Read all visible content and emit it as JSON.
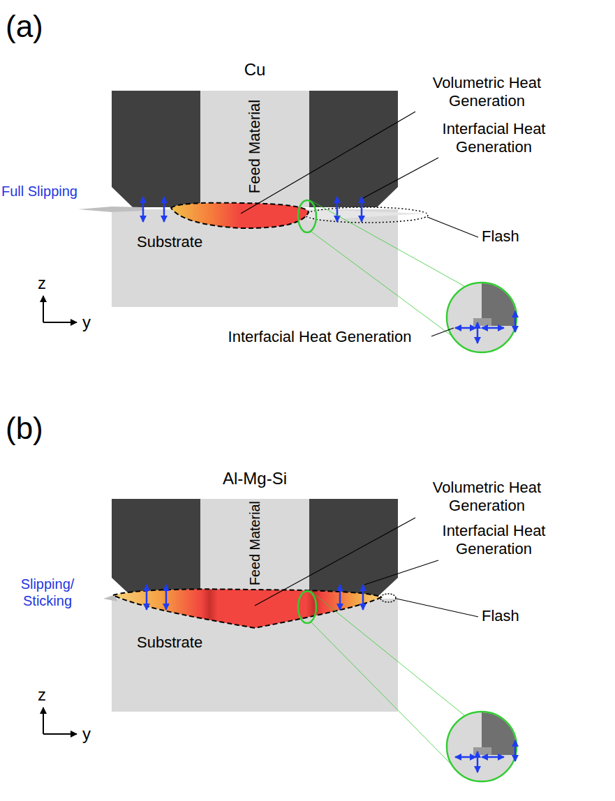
{
  "diagram": {
    "nodes": [
      {
        "text": [
          "Feed Material"
        ]
      },
      {
        "text": [
          "Substrate"
        ]
      },
      {
        "text": [
          "Feed Material"
        ]
      },
      {
        "text": [
          "Substrate"
        ]
      }
    ],
    "labels": [
      "(a)",
      "Cu",
      "Volumetric Heat Generation",
      "Interfacial Heat Generation",
      "Full Slipping",
      "Flash",
      "z",
      "y",
      "Interfacial Heat Generation",
      "(b)",
      "Al-Mg-Si",
      "Volumetric Heat Generation",
      "Interfacial Heat Generation",
      "Slipping/ Sticking",
      "Flash",
      "z",
      "y"
    ]
  }
}
